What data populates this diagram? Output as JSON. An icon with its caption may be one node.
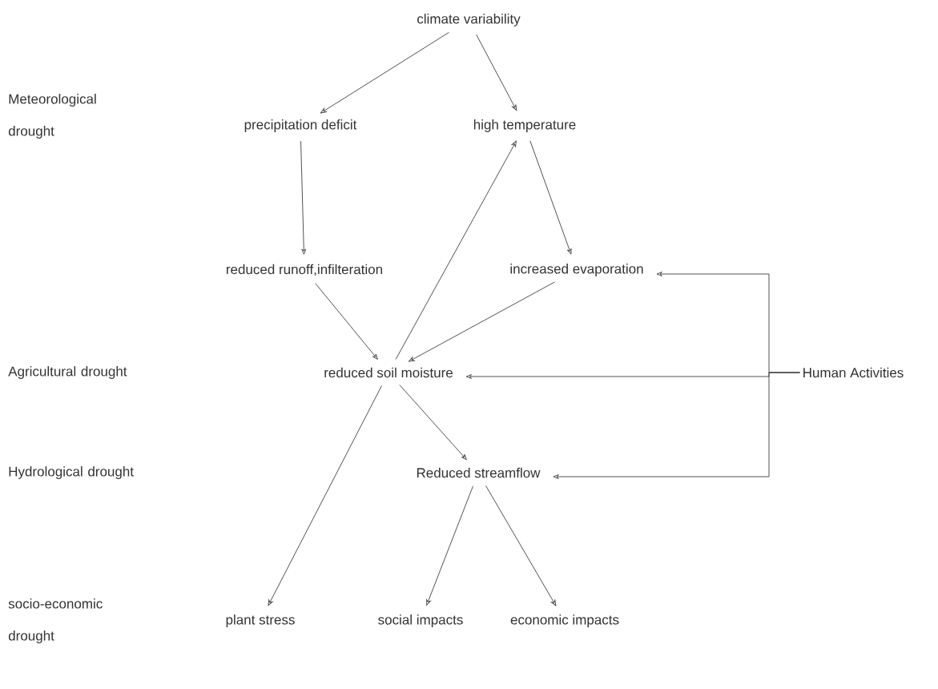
{
  "diagram": {
    "nodes": [
      {
        "text": [
          "climate variability"
        ]
      },
      {
        "text": [
          "precipitation deficit"
        ]
      },
      {
        "text": [
          "high temperature"
        ]
      },
      {
        "text": [
          "reduced runoff,infilteration"
        ]
      },
      {
        "text": [
          "increased evaporation"
        ]
      },
      {
        "text": [
          "reduced soil moisture"
        ]
      },
      {
        "text": [
          "Reduced streamflow"
        ]
      },
      {
        "text": [
          "plant stress"
        ]
      },
      {
        "text": [
          "social impacts"
        ]
      },
      {
        "text": [
          "economic impacts"
        ]
      },
      {
        "text": [
          "Human Activities"
        ]
      }
    ],
    "edges": [
      {
        "from": 0,
        "to": 1,
        "arrow": "to"
      },
      {
        "from": 0,
        "to": 2,
        "arrow": "to"
      },
      {
        "from": 1,
        "to": 3,
        "arrow": "to"
      },
      {
        "from": 2,
        "to": 4,
        "arrow": "to"
      },
      {
        "from": 3,
        "to": 5,
        "arrow": "to"
      },
      {
        "from": 4,
        "to": 5,
        "arrow": "to"
      },
      {
        "from": 5,
        "to": 2,
        "arrow": "to"
      },
      {
        "from": 5,
        "to": 6,
        "arrow": "to"
      },
      {
        "from": 5,
        "to": 7,
        "arrow": "to"
      },
      {
        "from": 6,
        "to": 8,
        "arrow": "to"
      },
      {
        "from": 6,
        "to": 9,
        "arrow": "to"
      },
      {
        "from": 10,
        "to": 4,
        "arrow": "to"
      },
      {
        "from": 10,
        "to": 5,
        "arrow": "to"
      },
      {
        "from": 10,
        "to": 6,
        "arrow": "to"
      }
    ],
    "labels": [
      "Meteorological drought",
      "Agricultural drought",
      "Hydrological drought",
      "socio-economic drought"
    ]
  }
}
